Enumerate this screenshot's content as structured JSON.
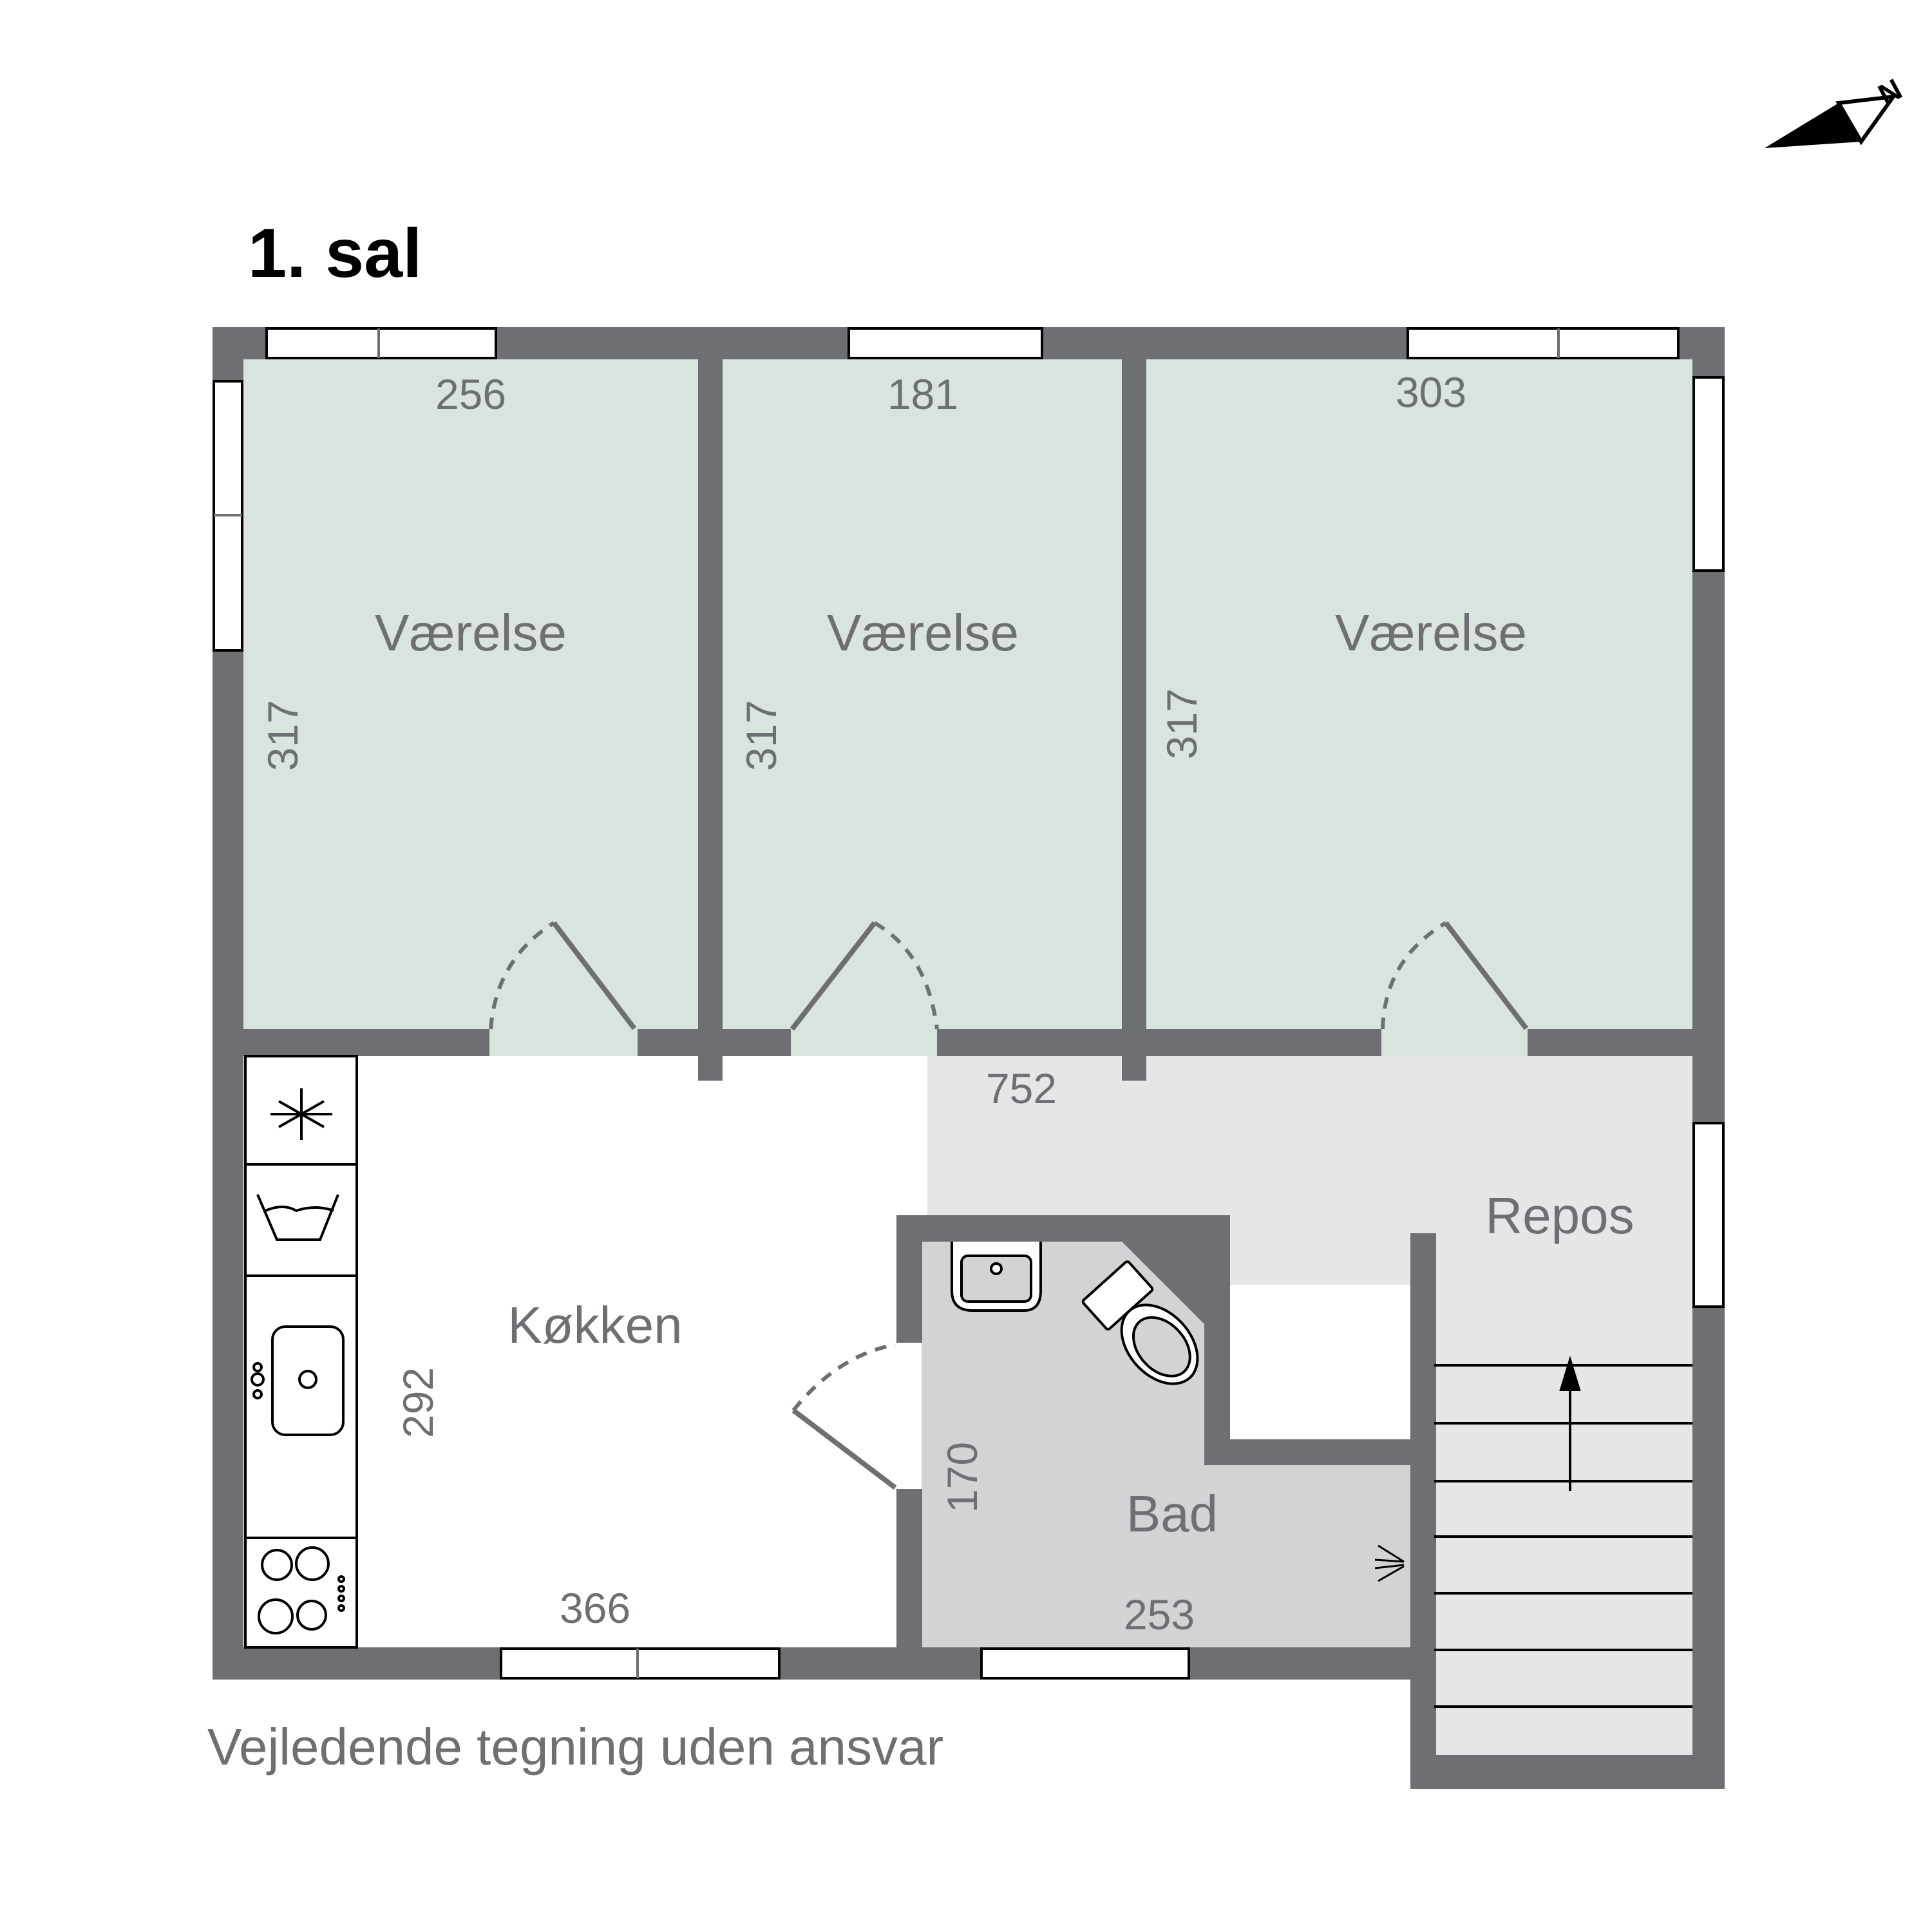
{
  "title": "1. sal",
  "disclaimer": "Vejledende tegning uden ansvar",
  "compass": {
    "label": "N"
  },
  "colors": {
    "wall": "#6e6f72",
    "bedroom_floor": "#dae4df",
    "hall_floor": "#e5e6e7",
    "bath_floor": "#d2d3d5",
    "text": "#6e6f72"
  },
  "rooms": [
    {
      "id": "bedroom-1",
      "label": "Værelse",
      "width_dim": "256",
      "height_dim": "317"
    },
    {
      "id": "bedroom-2",
      "label": "Værelse",
      "width_dim": "181",
      "height_dim": "317"
    },
    {
      "id": "bedroom-3",
      "label": "Værelse",
      "width_dim": "303",
      "height_dim": "317"
    },
    {
      "id": "kitchen",
      "label": "Køkken",
      "width_dim": "366",
      "height_dim": "292"
    },
    {
      "id": "landing",
      "label": "Repos",
      "width_dim": "752"
    },
    {
      "id": "bathroom",
      "label": "Bad",
      "width_dim": "253",
      "height_dim": "170"
    }
  ]
}
